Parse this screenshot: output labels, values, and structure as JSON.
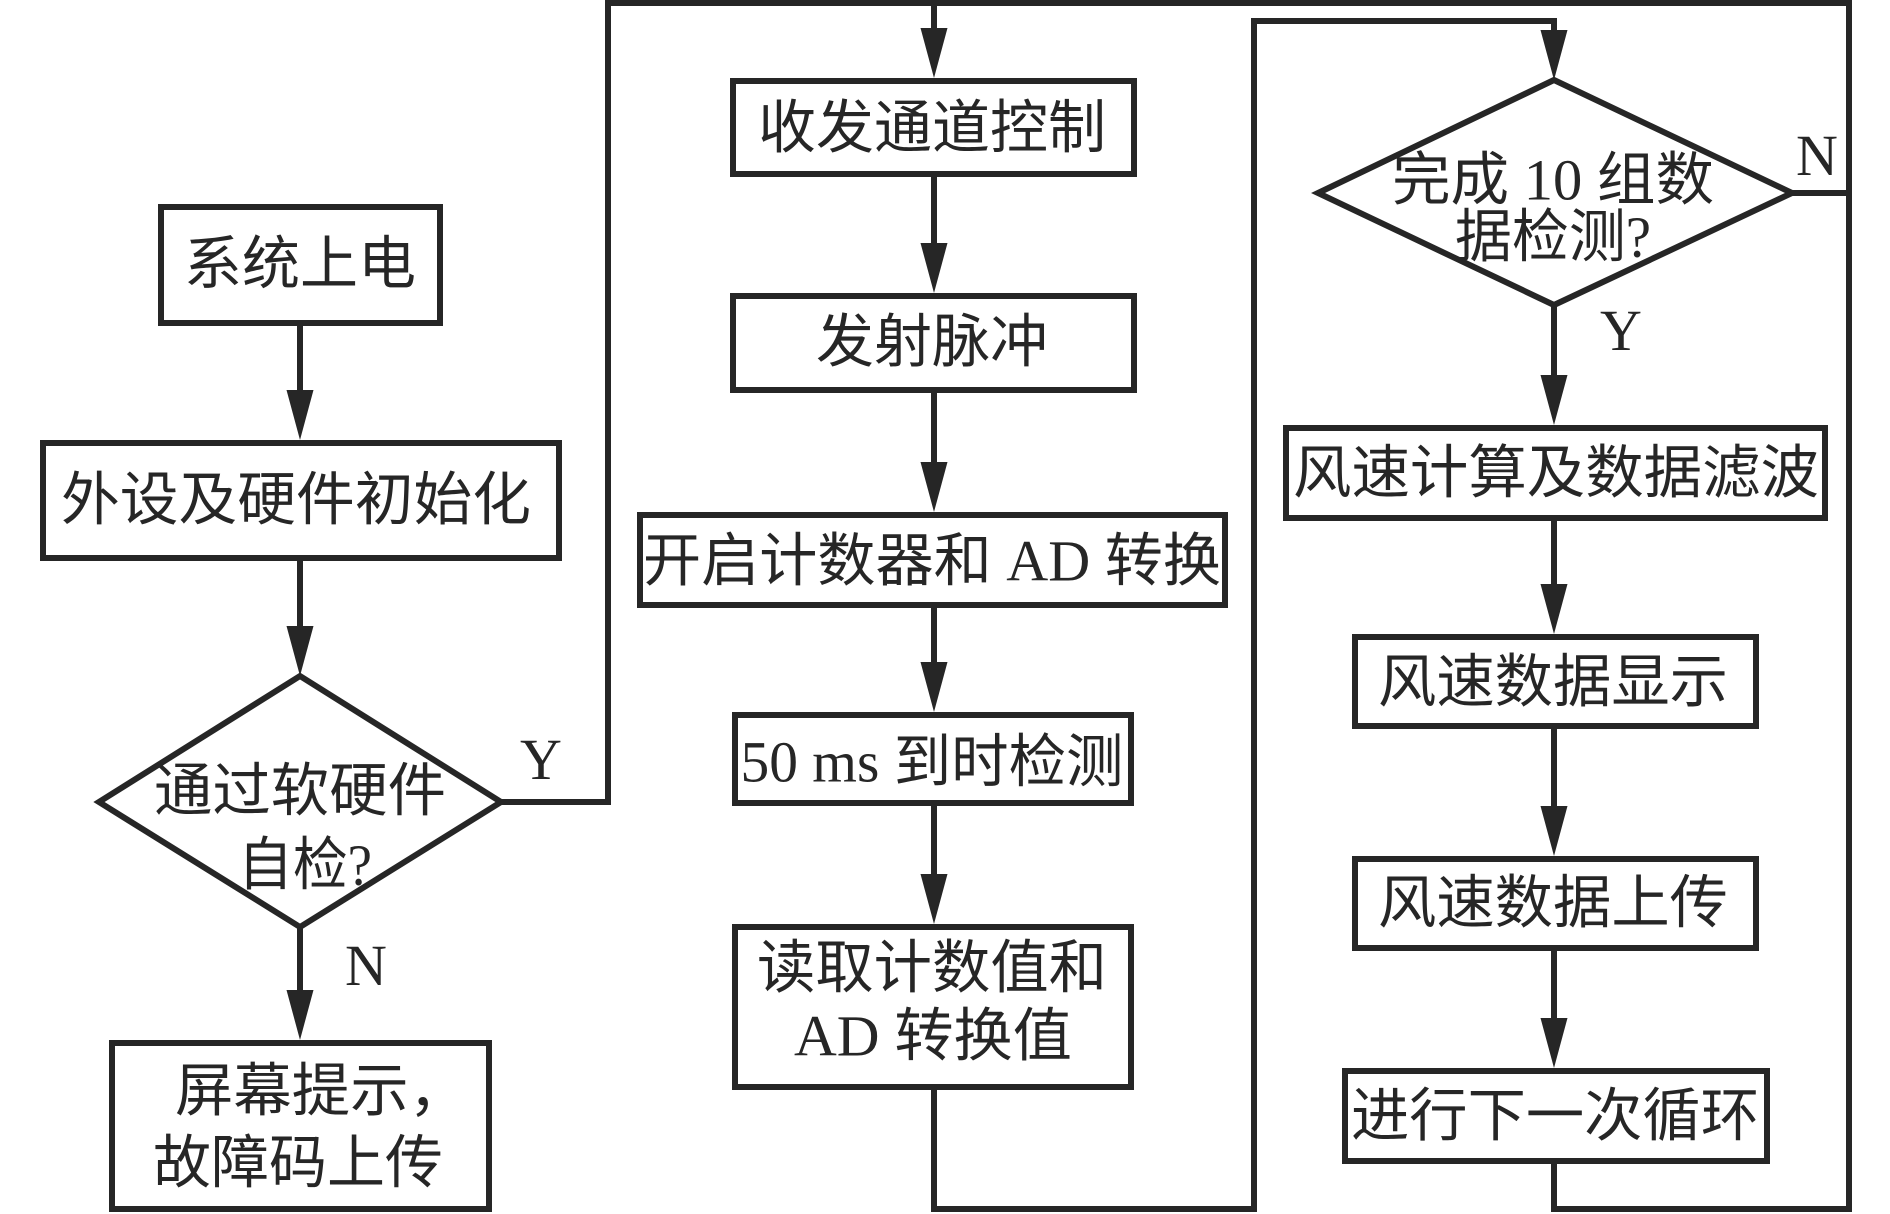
{
  "nodes": [
    {
      "id": "power-on",
      "shape": "process",
      "lines": [
        "系统上电"
      ]
    },
    {
      "id": "init",
      "shape": "process",
      "lines": [
        "外设及硬件初始化"
      ]
    },
    {
      "id": "self-check",
      "shape": "decision",
      "lines": [
        "通过软硬件",
        "自检?"
      ]
    },
    {
      "id": "fault-report",
      "shape": "process",
      "lines": [
        "屏幕提示，",
        "故障码上传"
      ]
    },
    {
      "id": "channel-control",
      "shape": "process",
      "lines": [
        "收发通道控制"
      ]
    },
    {
      "id": "emit-pulse",
      "shape": "process",
      "lines": [
        "发射脉冲"
      ]
    },
    {
      "id": "start-counter-ad",
      "shape": "process",
      "lines": [
        "开启计数器和 AD 转换"
      ]
    },
    {
      "id": "timeout-check",
      "shape": "process",
      "lines": [
        "50 ms 到时检测"
      ]
    },
    {
      "id": "read-values",
      "shape": "process",
      "lines": [
        "读取计数值和",
        "AD 转换值"
      ]
    },
    {
      "id": "data-count-check",
      "shape": "decision",
      "lines": [
        "完成 10 组数",
        "据检测?"
      ]
    },
    {
      "id": "wind-calc",
      "shape": "process",
      "lines": [
        "风速计算及数据滤波"
      ]
    },
    {
      "id": "wind-display",
      "shape": "process",
      "lines": [
        "风速数据显示"
      ]
    },
    {
      "id": "wind-upload",
      "shape": "process",
      "lines": [
        "风速数据上传"
      ]
    },
    {
      "id": "next-cycle",
      "shape": "process",
      "lines": [
        "进行下一次循环"
      ]
    }
  ],
  "edges": [
    {
      "from": "power-on",
      "to": "init"
    },
    {
      "from": "init",
      "to": "self-check"
    },
    {
      "from": "self-check",
      "to": "channel-control",
      "label": "Y"
    },
    {
      "from": "self-check",
      "to": "fault-report",
      "label": "N"
    },
    {
      "from": "channel-control",
      "to": "emit-pulse"
    },
    {
      "from": "emit-pulse",
      "to": "start-counter-ad"
    },
    {
      "from": "start-counter-ad",
      "to": "timeout-check"
    },
    {
      "from": "timeout-check",
      "to": "read-values"
    },
    {
      "from": "read-values",
      "to": "data-count-check"
    },
    {
      "from": "data-count-check",
      "to": "wind-calc",
      "label": "Y"
    },
    {
      "from": "data-count-check",
      "to": "channel-control",
      "label": "N"
    },
    {
      "from": "wind-calc",
      "to": "wind-display"
    },
    {
      "from": "wind-display",
      "to": "wind-upload"
    },
    {
      "from": "wind-upload",
      "to": "next-cycle"
    },
    {
      "from": "next-cycle",
      "to": "channel-control"
    }
  ],
  "colors": {
    "line": "#262626",
    "fill": "#ffffff",
    "background": "#ffffff"
  }
}
